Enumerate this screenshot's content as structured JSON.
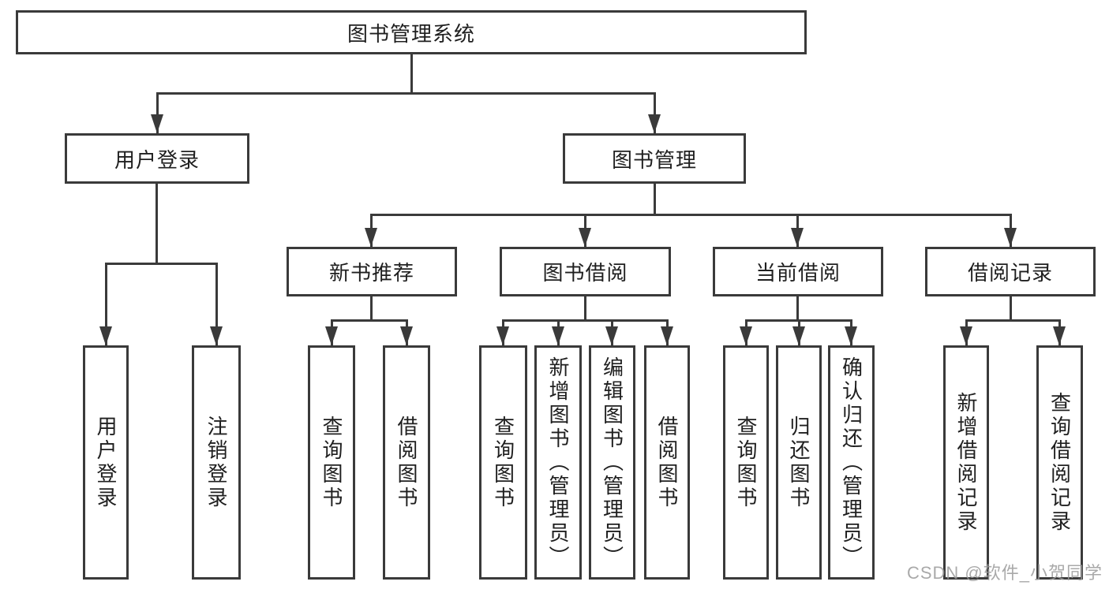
{
  "tree": {
    "label": "图书管理系统",
    "children": [
      {
        "label": "用户登录",
        "children": [
          {
            "label": "用户登录"
          },
          {
            "label": "注销登录"
          }
        ]
      },
      {
        "label": "图书管理",
        "children": [
          {
            "label": "新书推荐",
            "children": [
              {
                "label": "查询图书"
              },
              {
                "label": "借阅图书"
              }
            ]
          },
          {
            "label": "图书借阅",
            "children": [
              {
                "label": "查询图书"
              },
              {
                "label": "新增图书（管理员）"
              },
              {
                "label": "编辑图书（管理员）"
              },
              {
                "label": "借阅图书"
              }
            ]
          },
          {
            "label": "当前借阅",
            "children": [
              {
                "label": "查询图书"
              },
              {
                "label": "归还图书"
              },
              {
                "label": "确认归还（管理员）"
              }
            ]
          },
          {
            "label": "借阅记录",
            "children": [
              {
                "label": "新增借阅记录"
              },
              {
                "label": "查询借阅记录"
              }
            ]
          }
        ]
      }
    ]
  },
  "watermark": "CSDN @软件_小贺同学",
  "colors": {
    "line": "#3a3a3a",
    "text": "#1f1f1f",
    "watermark": "#9b9b9b",
    "background": "#ffffff"
  }
}
